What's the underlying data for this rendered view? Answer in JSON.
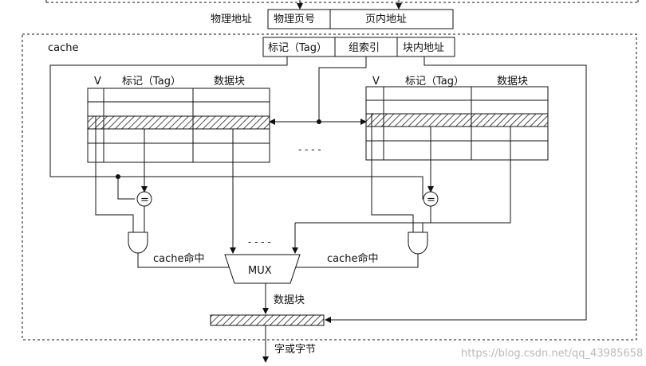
{
  "physical_address": {
    "label": "物理地址",
    "page_number": "物理页号",
    "page_offset": "页内地址"
  },
  "cache": {
    "label": "cache",
    "address_fields": {
      "tag": "标记（Tag）",
      "set_index": "组索引",
      "block_offset": "块内地址"
    },
    "way_headers": {
      "valid": "V",
      "tag": "标记（Tag）",
      "data": "数据块"
    },
    "comparator_symbol": "=",
    "hit_label": "cache命中",
    "mux_label": "MUX",
    "data_block_label": "数据块",
    "ellipsis": "- - - -",
    "mux_ellipsis": "- - - -"
  },
  "output_label": "字或字节",
  "watermark": "https://blog.csdn.net/qq_43985658",
  "colors": {
    "line": "#111111",
    "hatch": "#222222",
    "watermark": "#b9b9b9"
  }
}
